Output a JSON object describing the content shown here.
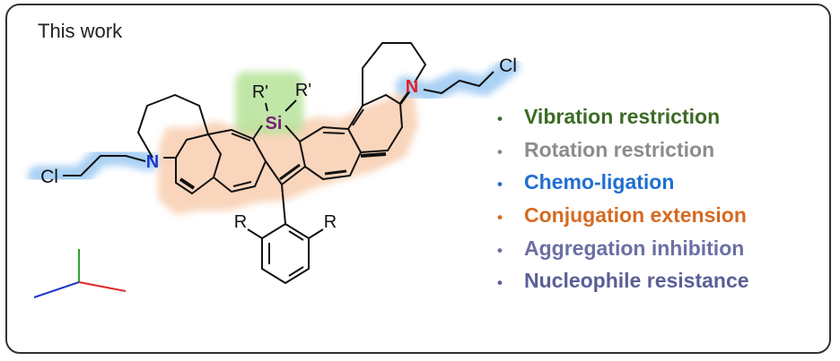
{
  "title": "This work",
  "atoms": {
    "si": "Si",
    "n_left": "N",
    "n_right": "N",
    "r_prime_1": "R'",
    "r_prime_2": "R'",
    "cl_left": "Cl",
    "cl_right": "Cl",
    "r_left": "R",
    "r_right": "R"
  },
  "features": [
    {
      "label": "Vibration restriction",
      "color": "#3d6b27"
    },
    {
      "label": "Rotation restriction",
      "color": "#8c8c8c"
    },
    {
      "label": "Chemo-ligation",
      "color": "#1f6fd1"
    },
    {
      "label": "Conjugation extension",
      "color": "#d66a22"
    },
    {
      "label": "Aggregation inhibition",
      "color": "#6b6fa3"
    },
    {
      "label": "Nucleophile resistance",
      "color": "#5b5f96"
    }
  ],
  "highlight_colors": {
    "silicon": "#b6e39a",
    "chain": "#9cc9f3",
    "conjugation": "#f7c8a6",
    "atom_si": "#7a1e7a",
    "atom_n_left": "#1c37c9",
    "atom_n_right": "#e0202a",
    "axis_x": "#e02828",
    "axis_y": "#2da52d",
    "axis_z": "#2438c8"
  }
}
